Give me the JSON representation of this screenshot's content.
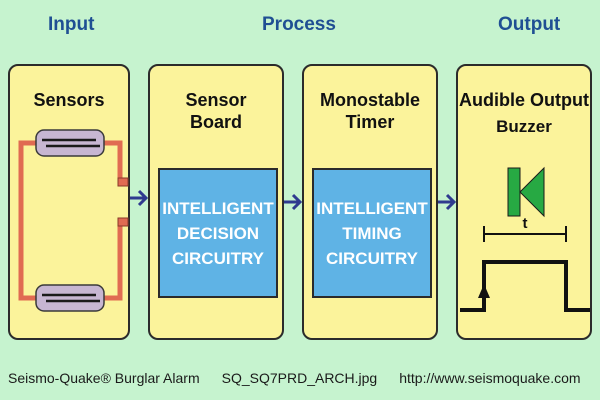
{
  "headers": {
    "input": "Input",
    "process": "Process",
    "output": "Output"
  },
  "panels": {
    "sensors": {
      "title": "Sensors"
    },
    "sensor_board": {
      "title_line1": "Sensor",
      "title_line2": "Board",
      "box_lines": [
        "INTELLIGENT",
        "DECISION",
        "CIRCUITRY"
      ]
    },
    "timer": {
      "title_line1": "Monostable",
      "title_line2": "Timer",
      "box_lines": [
        "INTELLIGENT",
        "TIMING",
        "CIRCUITRY"
      ]
    },
    "output": {
      "title_line1": "Audible Output",
      "title_line2": "Buzzer",
      "timing_label": "t"
    }
  },
  "footer": {
    "brand": "Seismo-Quake® Burglar Alarm",
    "filename": "SQ_SQ7PRD_ARCH.jpg",
    "url": "http://www.seismoquake.com"
  },
  "colors": {
    "background": "#c6f3cf",
    "panel": "#fbf39b",
    "header_text": "#1f4f93",
    "blue_box": "#5fb3e5",
    "buzzer_green": "#27a943",
    "wire": "#e06b52",
    "arrow": "#2f3a8f"
  }
}
